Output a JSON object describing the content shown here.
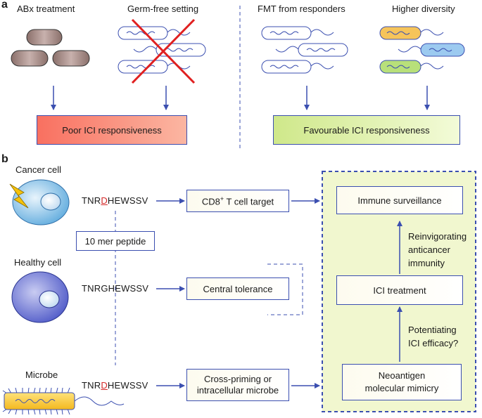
{
  "panel_a": {
    "letter": "a",
    "labels": {
      "abx": "ABx treatment",
      "germ_free": "Germ-free setting",
      "fmt": "FMT from responders",
      "diversity": "Higher diversity"
    },
    "outcome_poor": "Poor ICI responsiveness",
    "outcome_favourable": "Favourable ICI responsiveness"
  },
  "panel_b": {
    "letter": "b",
    "cells": {
      "cancer": "Cancer cell",
      "healthy": "Healthy cell",
      "microbe": "Microbe"
    },
    "peptides": {
      "cancer_pre": "TNR",
      "cancer_mut": "D",
      "cancer_post": "HEWSSV",
      "healthy": "TNRGHEWSSV",
      "microbe_pre": "TNR",
      "microbe_mut": "D",
      "microbe_post": "HEWSSV"
    },
    "peptide_label": "10 mer peptide",
    "boxes": {
      "cd8_main": "CD8",
      "cd8_sup": "+",
      "cd8_rest": " T cell target",
      "central": "Central tolerance",
      "cross_line1": "Cross-priming or",
      "cross_line2": "intracellular microbe",
      "immune": "Immune surveillance",
      "ici": "ICI treatment",
      "neo_line1": "Neoantigen",
      "neo_line2": "molecular mimicry"
    },
    "arrows": {
      "reinvig_1": "Reinvigorating",
      "reinvig_2": "anticancer",
      "reinvig_3": "immunity",
      "potent_1": "Potentiating",
      "potent_2": "ICI efficacy?"
    }
  },
  "colors": {
    "arrow_blue": "#3b4fb0",
    "mutation_red": "#d42a2a",
    "poor_fill": "#f97060",
    "favourable_fill": "#cfe88a",
    "panel_green": "#f1f7cf"
  }
}
